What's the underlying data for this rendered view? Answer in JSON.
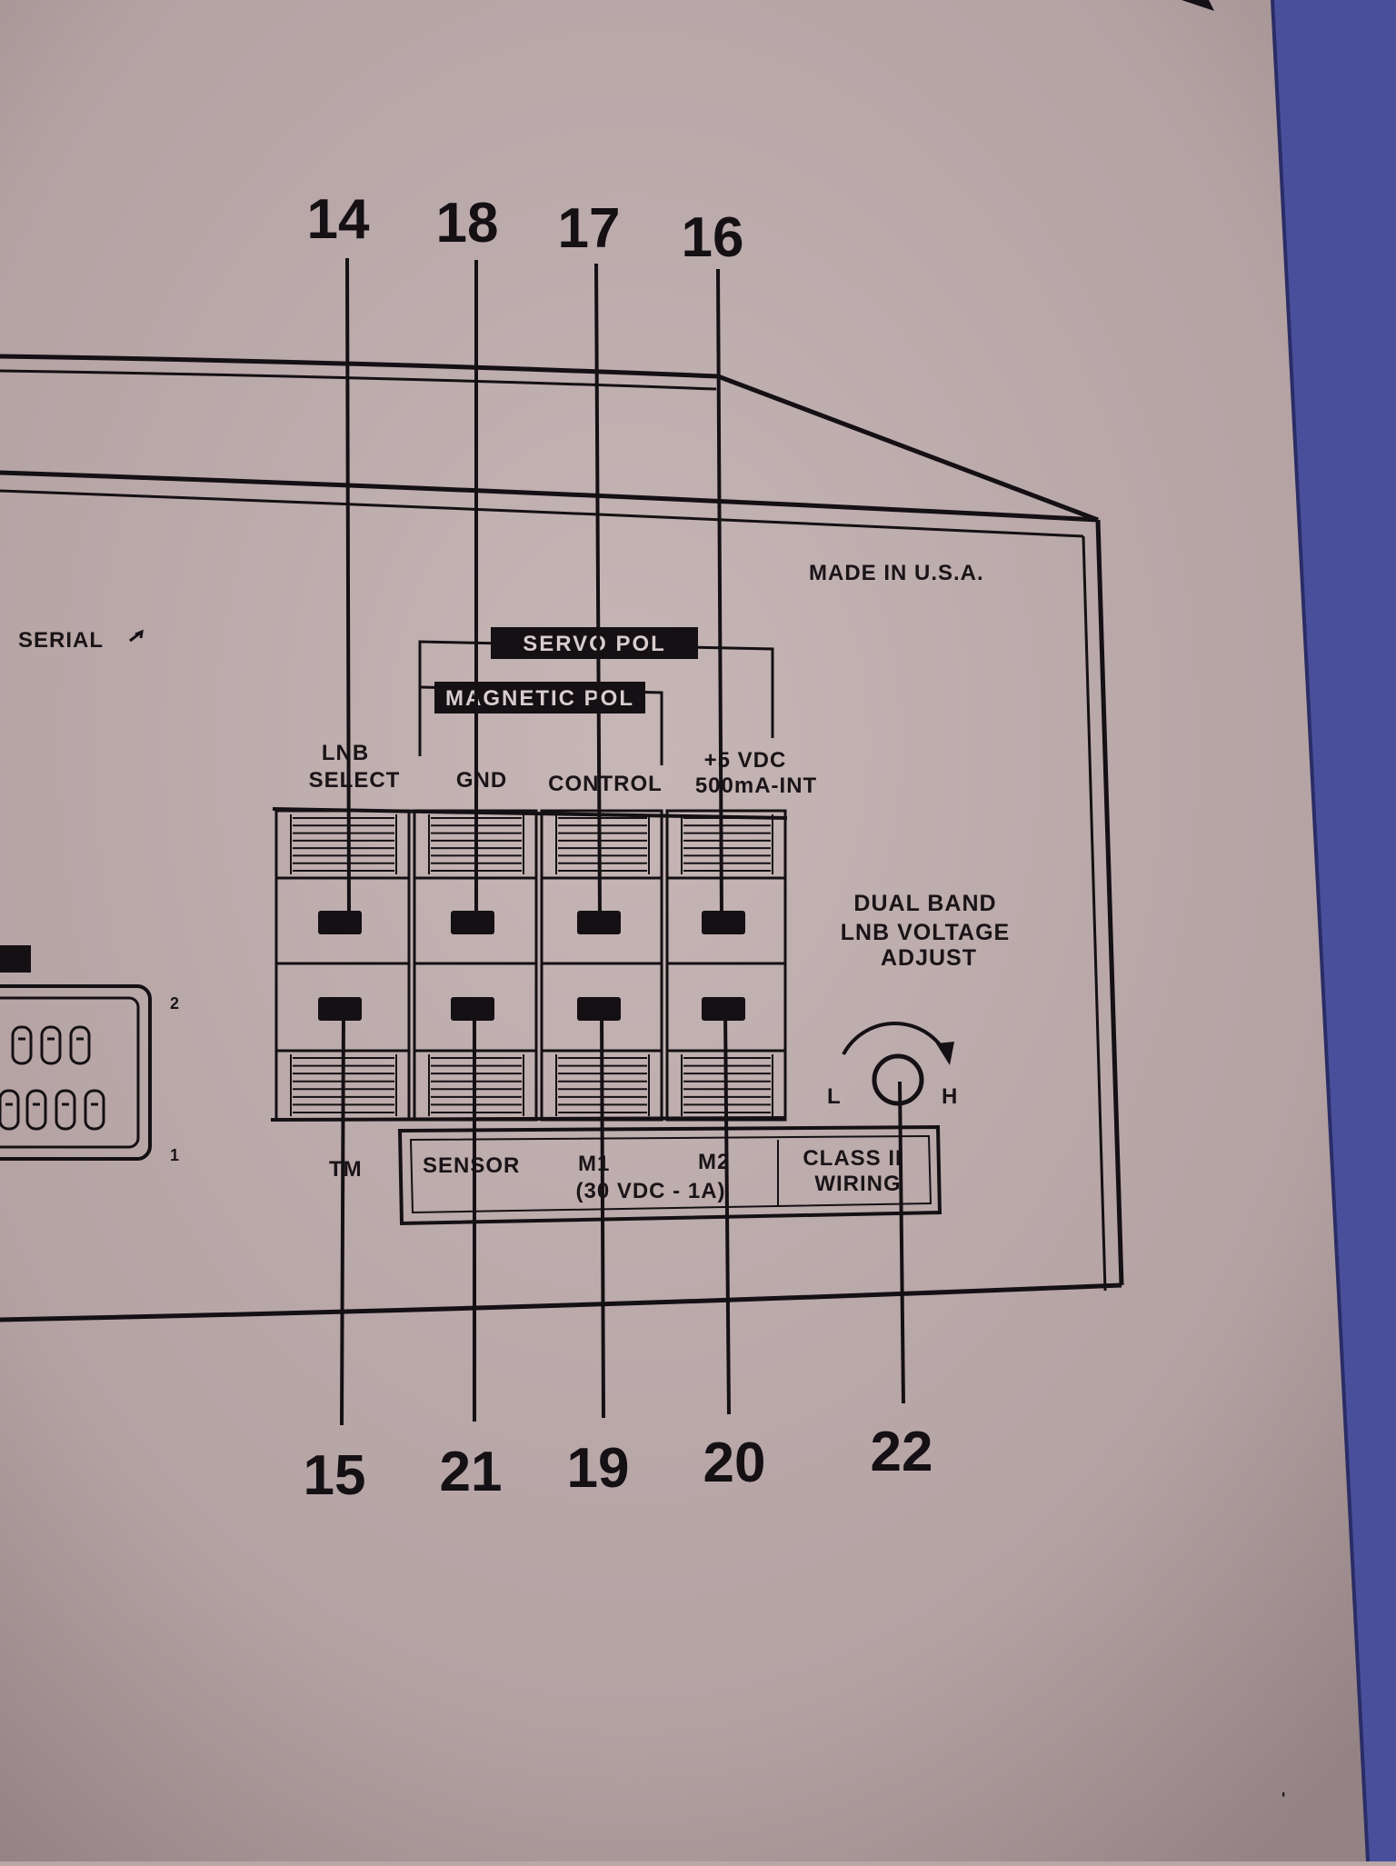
{
  "callouts": {
    "top": [
      "14",
      "18",
      "17",
      "16"
    ],
    "bottom": [
      "15",
      "21",
      "19",
      "20",
      "22"
    ]
  },
  "labels": {
    "serial": "SERIAL",
    "made_in": "MADE IN U.S.A.",
    "servo_pol": "SERVO POL",
    "magnetic_pol": "MAGNETIC POL",
    "lnb_select_1": "LNB",
    "lnb_select_2": "SELECT",
    "gnd": "GND",
    "control": "CONTROL",
    "vdc_1": "+5 VDC",
    "vdc_2": "500mA-INT",
    "dual_band_1": "DUAL BAND",
    "dual_band_2": "LNB VOLTAGE",
    "dual_band_3": "ADJUST",
    "knob_low": "L",
    "knob_high": "H",
    "tm": "TM",
    "sensor": "SENSOR",
    "m1": "M1",
    "m2": "M2",
    "motor_rating": "(30 VDC - 1A)",
    "class_1": "CLASS II",
    "class_2": "WIRING",
    "port_pin_top": "2",
    "port_pin_bottom": "1"
  },
  "colors": {
    "paper": "#b9a7a8",
    "ink": "#141014",
    "binder_edge": "#4a4f9c"
  }
}
